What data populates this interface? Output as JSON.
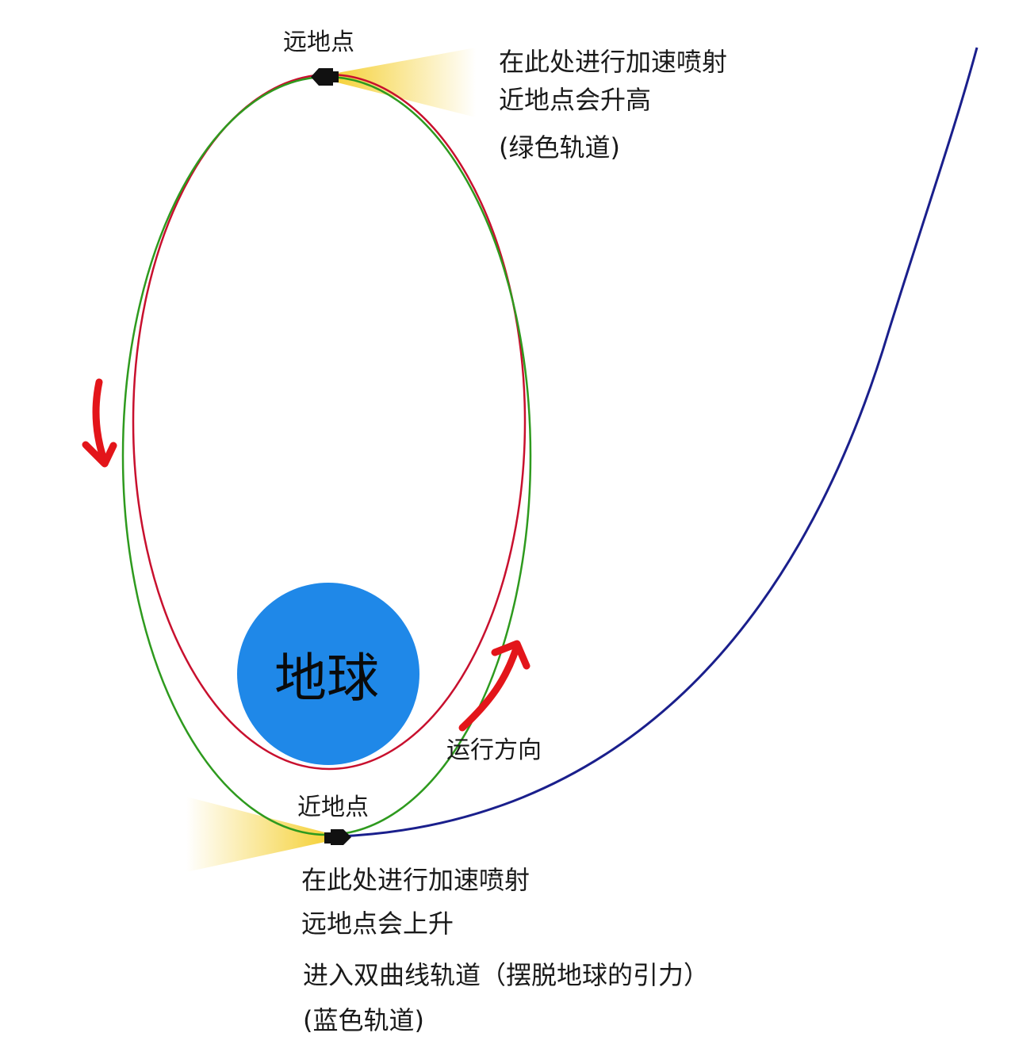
{
  "labels": {
    "apogee": "远地点",
    "perigee": "近地点",
    "earth": "地球",
    "direction": "运行方向"
  },
  "notes": {
    "apogee_line1": "在此处进行加速喷射",
    "apogee_line2": "近地点会升高",
    "apogee_line3": "(绿色轨道)",
    "perigee_line1": "在此处进行加速喷射",
    "perigee_line2": "远地点会上升",
    "hyperbolic_line1": "进入双曲线轨道（摆脱地球的引力）",
    "hyperbolic_line2": "(蓝色轨道)"
  },
  "colors": {
    "earth": "#1f88e8",
    "red_orbit": "#c8102e",
    "green_orbit": "#2e9a1e",
    "blue_orbit": "#1a1f8c",
    "arrow": "#e3151a",
    "thrust": "#f5d23c",
    "spacecraft": "#111111"
  }
}
